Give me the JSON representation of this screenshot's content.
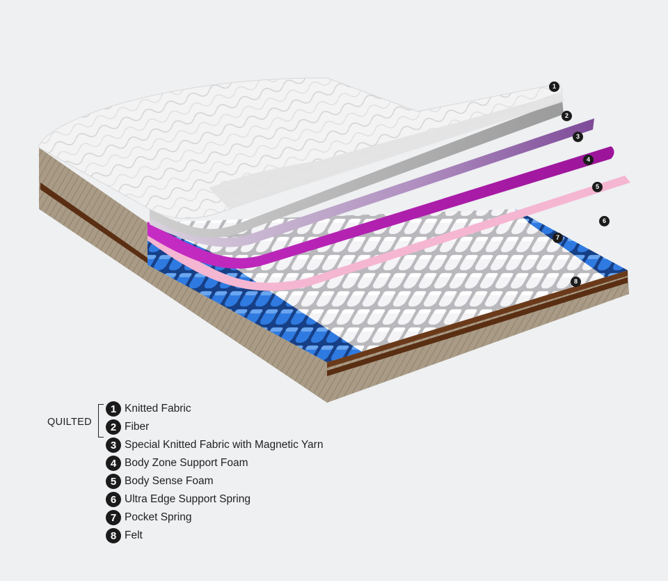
{
  "group_label": "QUILTED",
  "layers": [
    {
      "number": "1",
      "label": "Knitted Fabric"
    },
    {
      "number": "2",
      "label": "Fiber"
    },
    {
      "number": "3",
      "label": "Special Knitted Fabric with Magnetic Yarn"
    },
    {
      "number": "4",
      "label": "Body Zone Support Foam"
    },
    {
      "number": "5",
      "label": "Body Sense Foam"
    },
    {
      "number": "6",
      "label": "Ultra Edge Support Spring"
    },
    {
      "number": "7",
      "label": "Pocket Spring"
    },
    {
      "number": "8",
      "label": "Felt"
    }
  ],
  "colors": {
    "background": "#eef0f2",
    "knitted_fabric": "#f2f2f2",
    "fiber": "#bdbdbd",
    "magnetic_fabric": "#a07eb0",
    "support_foam": "#b41fb3",
    "sense_foam": "#f5b6d2",
    "edge_spring": "#2a6fd6",
    "pocket_spring": "#e4e4e4",
    "felt": "#5a2e12",
    "border_fabric": "#a89a86"
  }
}
